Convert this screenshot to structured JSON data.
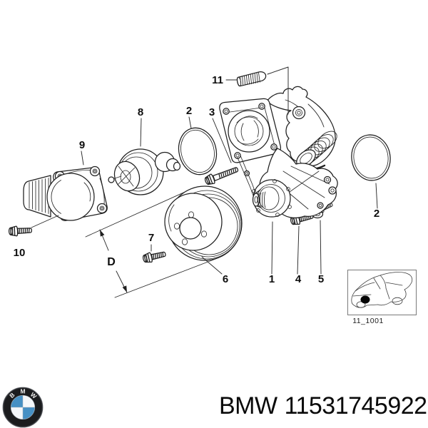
{
  "colors": {
    "line": "#1f1f1f",
    "roundel_blue": "#4690c4",
    "roundel_white": "#f4f7fa",
    "roundel_ring": "#1b1c1e"
  },
  "diagram": {
    "callouts": {
      "c1": "1",
      "c2_left": "2",
      "c2_right": "2",
      "c3": "3",
      "c4": "4",
      "c5": "5",
      "c6": "6",
      "c7": "7",
      "c8": "8",
      "c9": "9",
      "c10": "10",
      "c11": "11"
    },
    "dimension": {
      "label": "D"
    },
    "thumbnail": {
      "caption": "11_1001"
    }
  },
  "footer": {
    "brand": "BMW",
    "part_number": "11531745922",
    "logo": {
      "letters": [
        "B",
        "M",
        "W"
      ]
    }
  }
}
